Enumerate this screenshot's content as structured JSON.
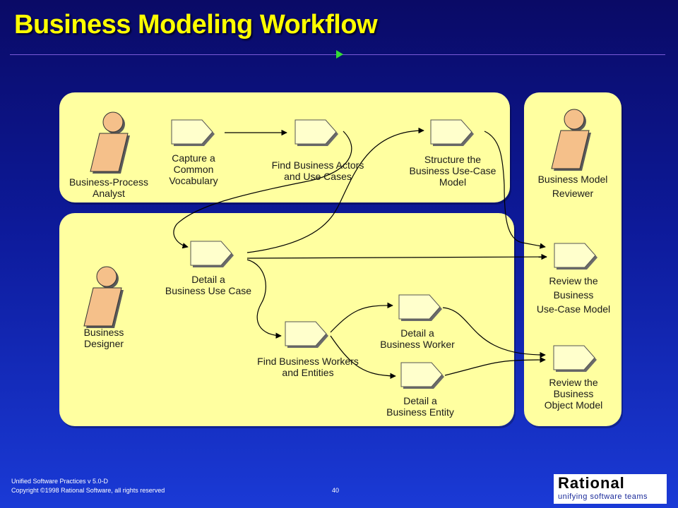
{
  "title": "Business Modeling Workflow",
  "lanes": {
    "top_roles": "Business-Process Analyst",
    "designer": "Business Designer",
    "reviewer": "Business Model Reviewer"
  },
  "actors": {
    "analyst": "Business-Process\nAnalyst",
    "designer": "Business\nDesigner",
    "reviewer": "Business Model\nReviewer"
  },
  "activities": {
    "capture": "Capture a\nCommon\nVocabulary",
    "find_actors": "Find Business Actors\nand Use Cases",
    "structure": "Structure the\nBusiness Use-Case\nModel",
    "detail_use_case": "Detail a\nBusiness Use Case",
    "find_workers": "Find Business Workers\nand Entities",
    "detail_worker": "Detail a\nBusiness Worker",
    "detail_entity": "Detail a\nBusiness Entity",
    "review_use_case": "Review the\nBusiness\nUse-Case Model",
    "review_object": "Review the\nBusiness\nObject Model"
  },
  "footer": {
    "line1": "Unified Software Practices v 5.0-D",
    "line2": "Copyright ©1998 Rational Software, all rights reserved",
    "page": "40"
  },
  "logo": {
    "word": "Rational",
    "tagline": "unifying software teams"
  },
  "colors": {
    "background_top": "#0a0a66",
    "background_bottom": "#1a3ad6",
    "title": "#ffff00",
    "lane": "#ffffa0",
    "activity": "#ffffcc",
    "actor": "#f5c08a"
  }
}
